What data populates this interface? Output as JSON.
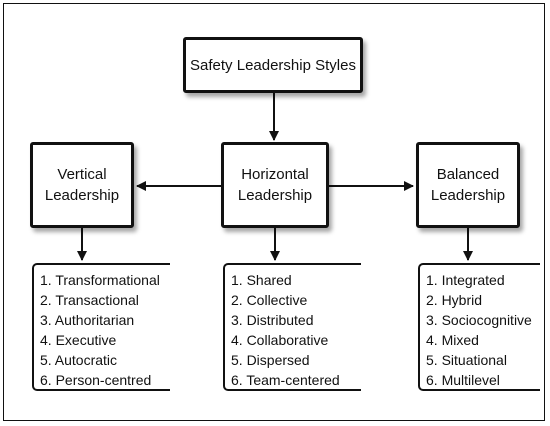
{
  "diagram": {
    "top": {
      "label": "Safety Leadership Styles"
    },
    "vertical": {
      "label": "Vertical\nLeadership",
      "items": [
        "1. Transformational",
        "2. Transactional",
        "3. Authoritarian",
        "4. Executive",
        "5. Autocratic",
        "6. Person-centred"
      ]
    },
    "horizontal": {
      "label": "Horizontal\nLeadership",
      "items": [
        "1. Shared",
        "2. Collective",
        "3. Distributed",
        "4. Collaborative",
        "5. Dispersed",
        "6. Team-centered"
      ]
    },
    "balanced": {
      "label": "Balanced\nLeadership",
      "items": [
        "1. Integrated",
        "2. Hybrid",
        "3. Sociocognitive",
        "4. Mixed",
        "5. Situational",
        "6. Multilevel"
      ]
    }
  }
}
